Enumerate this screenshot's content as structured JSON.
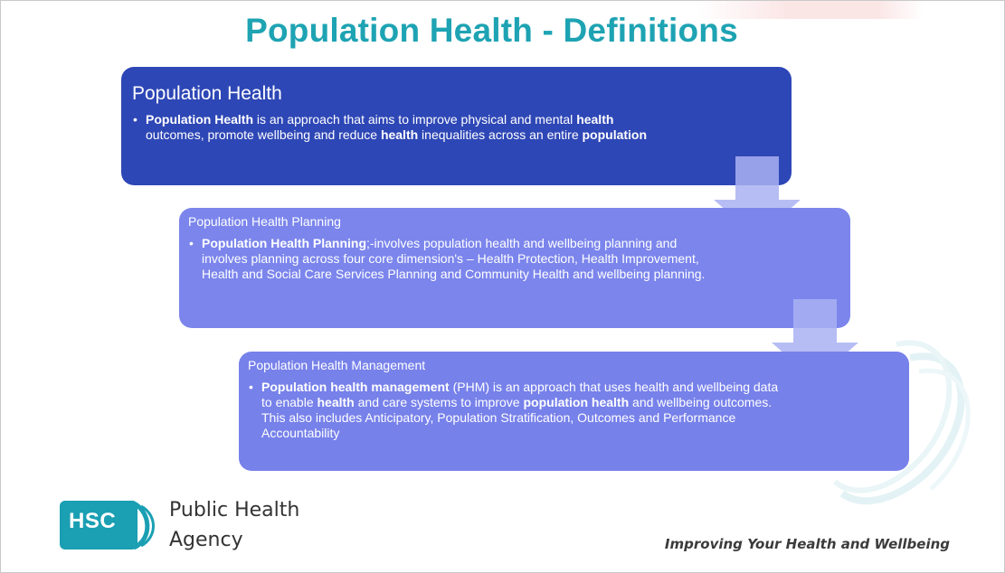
{
  "title": "Population Health - Definitions",
  "boxes": [
    {
      "heading": "Population Health",
      "bullet": "•",
      "segments": [
        {
          "text": "Population Health",
          "bold": true
        },
        {
          "text": " is an approach that aims to improve physical and mental ",
          "bold": false
        },
        {
          "text": "health",
          "bold": true
        },
        {
          "text": " outcomes, promote wellbeing and reduce ",
          "bold": false
        },
        {
          "text": "health",
          "bold": true
        },
        {
          "text": " inequalities across an entire ",
          "bold": false
        },
        {
          "text": "population",
          "bold": true
        }
      ],
      "color": "#2e47b6"
    },
    {
      "heading": "Population Health Planning",
      "bullet": "•",
      "segments": [
        {
          "text": "Population Health Planning",
          "bold": true
        },
        {
          "text": ";-involves population health and wellbeing planning and involves planning across four core dimension's – Health Protection, Health Improvement, Health and Social Care Services Planning and Community Health and wellbeing planning.",
          "bold": false
        }
      ],
      "color": "#7b85ec"
    },
    {
      "heading": "Population Health  Management",
      "bullet": "•",
      "segments": [
        {
          "text": "Population health management",
          "bold": true
        },
        {
          "text": " (PHM) is an approach that uses health and wellbeing data to enable ",
          "bold": false
        },
        {
          "text": "health",
          "bold": true
        },
        {
          "text": " and care systems to improve ",
          "bold": false
        },
        {
          "text": "population health",
          "bold": true
        },
        {
          "text": " and wellbeing outcomes. This also includes Anticipatory, Population Stratification, Outcomes and Performance Accountability",
          "bold": false
        }
      ],
      "color": "#7781ea"
    }
  ],
  "logo": {
    "abbrev": "HSC",
    "org_line1": "Public Health",
    "org_line2": "Agency",
    "color": "#1a9fb3"
  },
  "tagline": "Improving Your Health and Wellbeing",
  "colors": {
    "title": "#1ea3b3",
    "arrow": "#a9b2f2"
  }
}
